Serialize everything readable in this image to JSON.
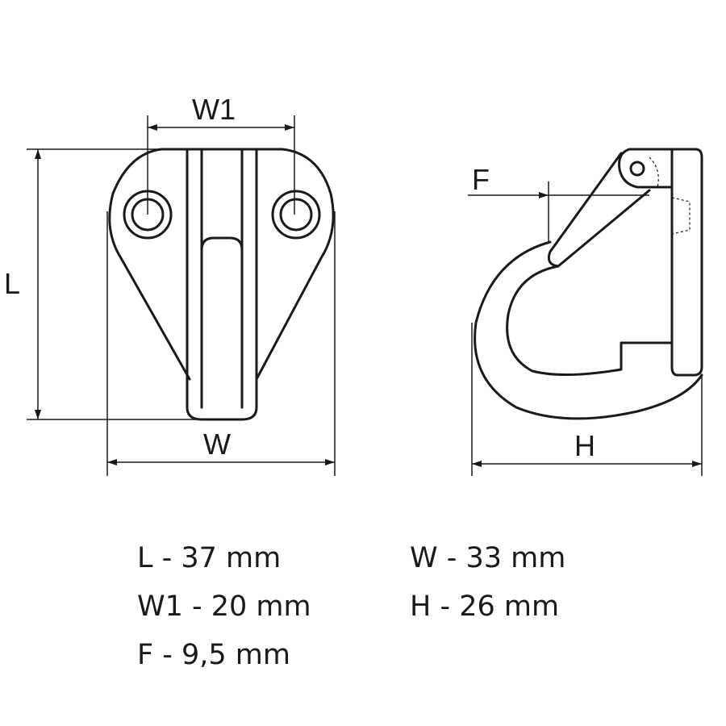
{
  "dimension_labels": {
    "w1": "W1",
    "l": "L",
    "w": "W",
    "f": "F",
    "h": "H"
  },
  "specs": {
    "left": [
      "L - 37 mm",
      "W1 - 20 mm",
      "F - 9,5 mm"
    ],
    "right": [
      "W - 33 mm",
      "H - 26 mm"
    ]
  }
}
